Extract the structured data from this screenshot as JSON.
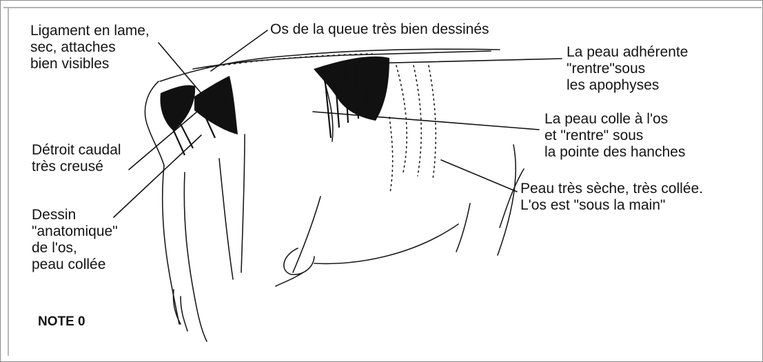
{
  "labels": {
    "ligament": [
      "Ligament en lame,",
      "sec, attaches",
      "bien visibles"
    ],
    "queue": [
      "Os de la queue très bien dessinés"
    ],
    "peau_adherente": [
      "La peau adhérente",
      "\"rentre\"sous",
      "les apophyses"
    ],
    "peau_colle": [
      "La peau colle à l'os",
      "et \"rentre\" sous",
      "la pointe des hanches"
    ],
    "detroit": [
      "Détroit caudal",
      "très creusé"
    ],
    "peau_seche": [
      "Peau très sèche, très collée.",
      "L'os est \"sous la main\""
    ],
    "dessin": [
      "Dessin",
      "\"anatomique\"",
      "de l'os,",
      "peau collée"
    ]
  },
  "note": "NOTE 0",
  "colors": {
    "ink": "#141414",
    "frame": "#8a8a8a",
    "background": "#ffffff"
  }
}
